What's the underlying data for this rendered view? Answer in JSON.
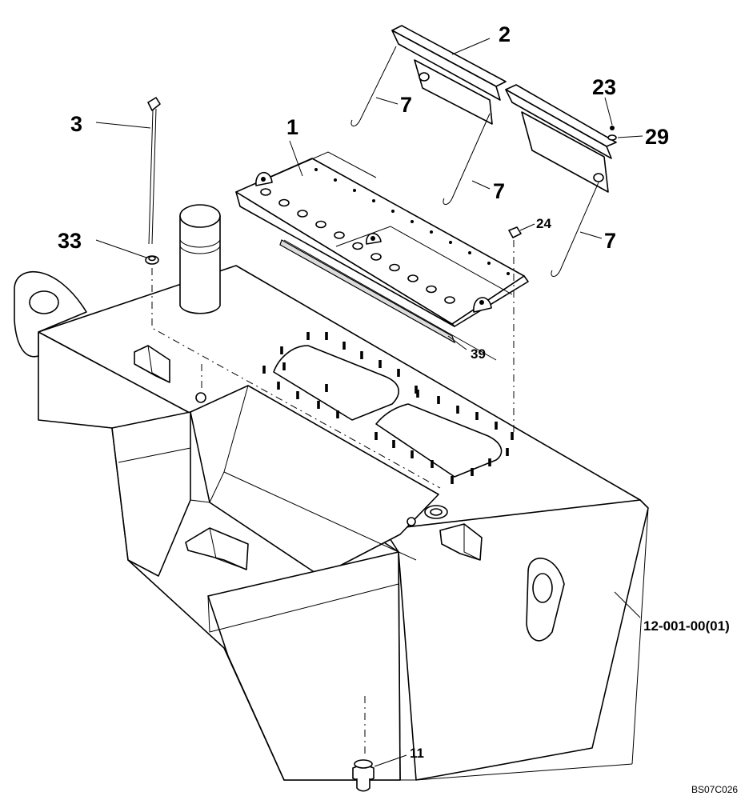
{
  "callouts": {
    "c1": "1",
    "c2": "2",
    "c3": "3",
    "c7a": "7",
    "c7b": "7",
    "c7c": "7",
    "c11": "11",
    "c23": "23",
    "c24": "24",
    "c29": "29",
    "c33": "33",
    "c39": "39"
  },
  "reference_number": "12-001-00(01)",
  "drawing_code": "BS07C026"
}
